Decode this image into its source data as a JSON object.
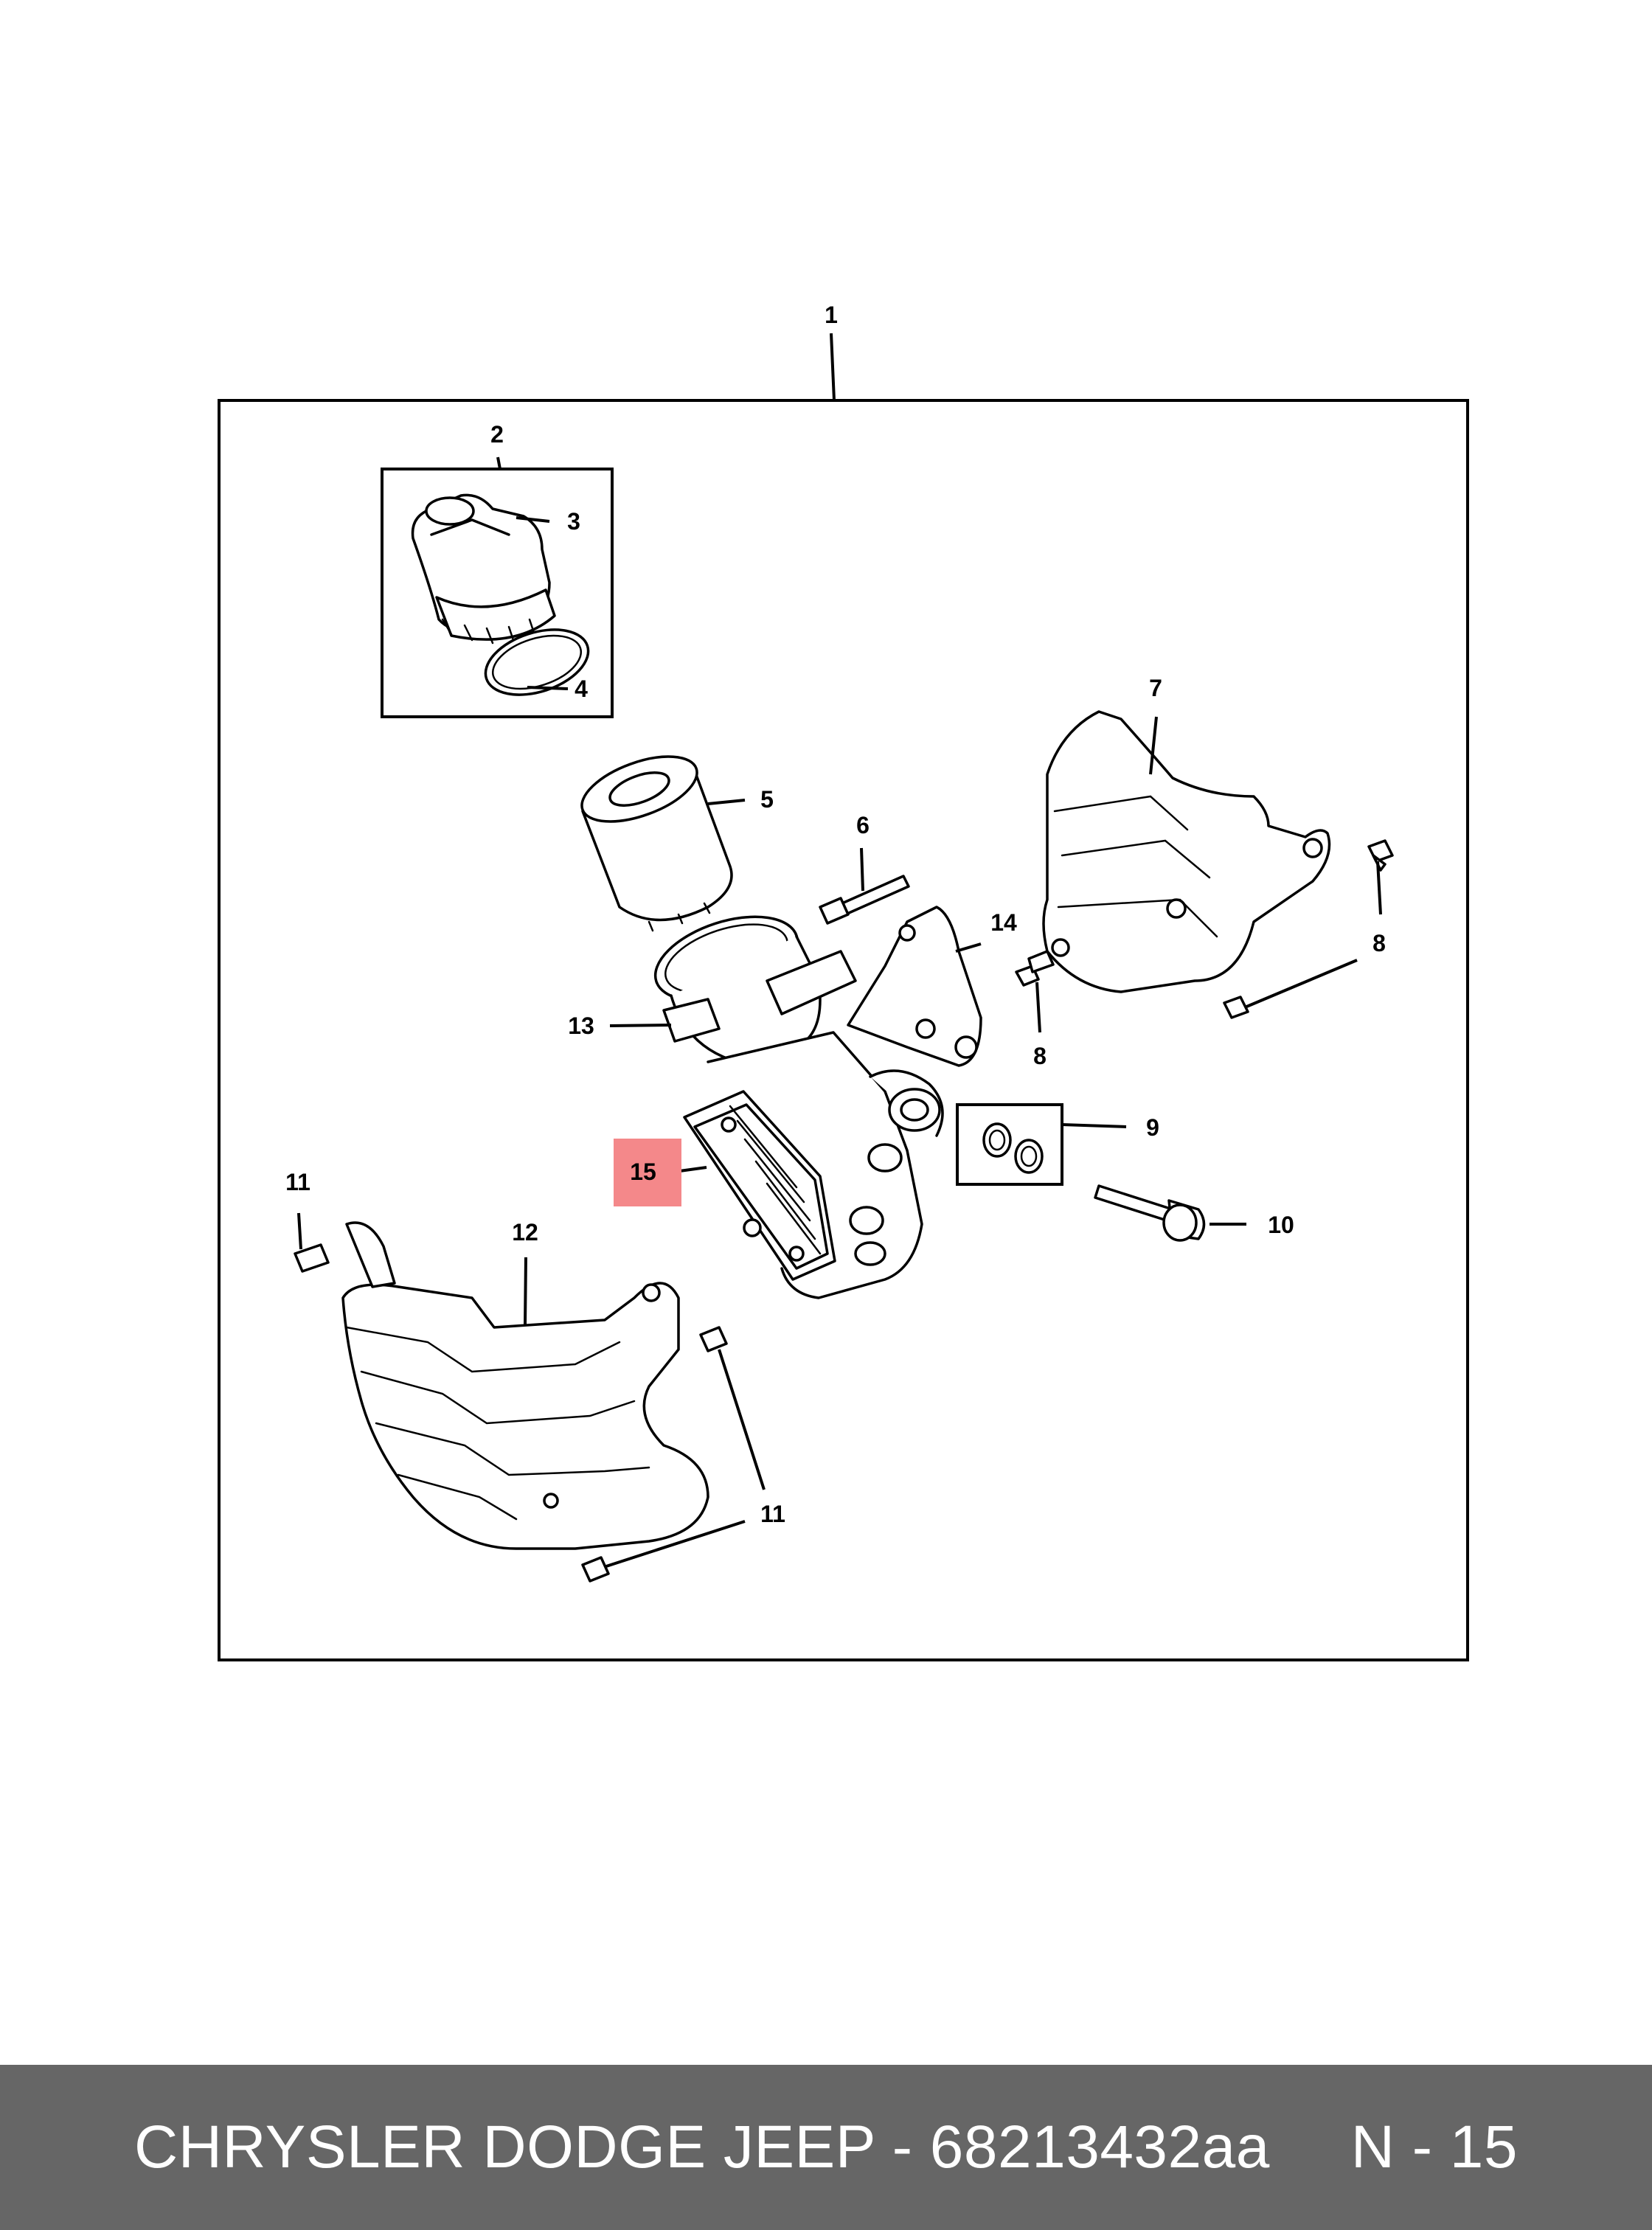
{
  "callouts": {
    "c1": "1",
    "c2": "2",
    "c3": "3",
    "c4": "4",
    "c5": "5",
    "c6": "6",
    "c7": "7",
    "c8a": "8",
    "c8b": "8",
    "c9": "9",
    "c10": "10",
    "c11a": "11",
    "c11b": "11",
    "c12": "12",
    "c13": "13",
    "c14": "14",
    "c15": "15"
  },
  "highlight": {
    "callout": "15",
    "color": "#f4888a"
  },
  "footer": {
    "caption": "CHRYSLER DODGE JEEP - 68213432aa",
    "page": "N - 15",
    "background": "#666666",
    "text_color": "#ffffff"
  }
}
